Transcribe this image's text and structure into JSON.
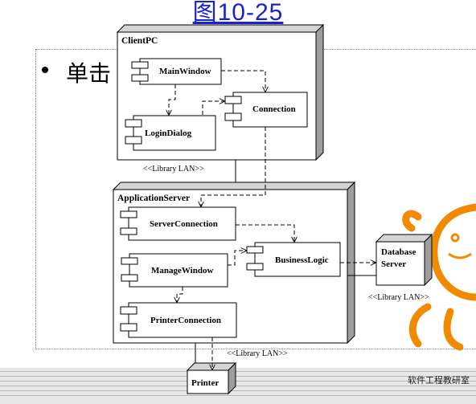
{
  "slide": {
    "title": "图10-25",
    "bullet_text": "单击",
    "footer_text": "软件工程教研室"
  },
  "diagram": {
    "nodes": {
      "client_pc": "ClientPC",
      "application_server": "ApplicationServer",
      "database_server": [
        "Database",
        "Server"
      ],
      "printer": "Printer"
    },
    "components": {
      "main_window": "MainWindow",
      "connection": "Connection",
      "login_dialog": "LoginDialog",
      "server_connection": "ServerConnection",
      "manage_window": "ManageWindow",
      "business_logic": "BusinessLogic",
      "printer_connection": "PrinterConnection"
    },
    "links": {
      "lan_client": "<<Library LAN>>",
      "lan_database": "<<Library LAN>>",
      "lan_printer": "<<Library LAN>>"
    }
  },
  "colors": {
    "title": "#1a22d6",
    "mascot": "#f28a00",
    "node_side": "#9e9e9e",
    "node_top": "#d4d4d4"
  }
}
